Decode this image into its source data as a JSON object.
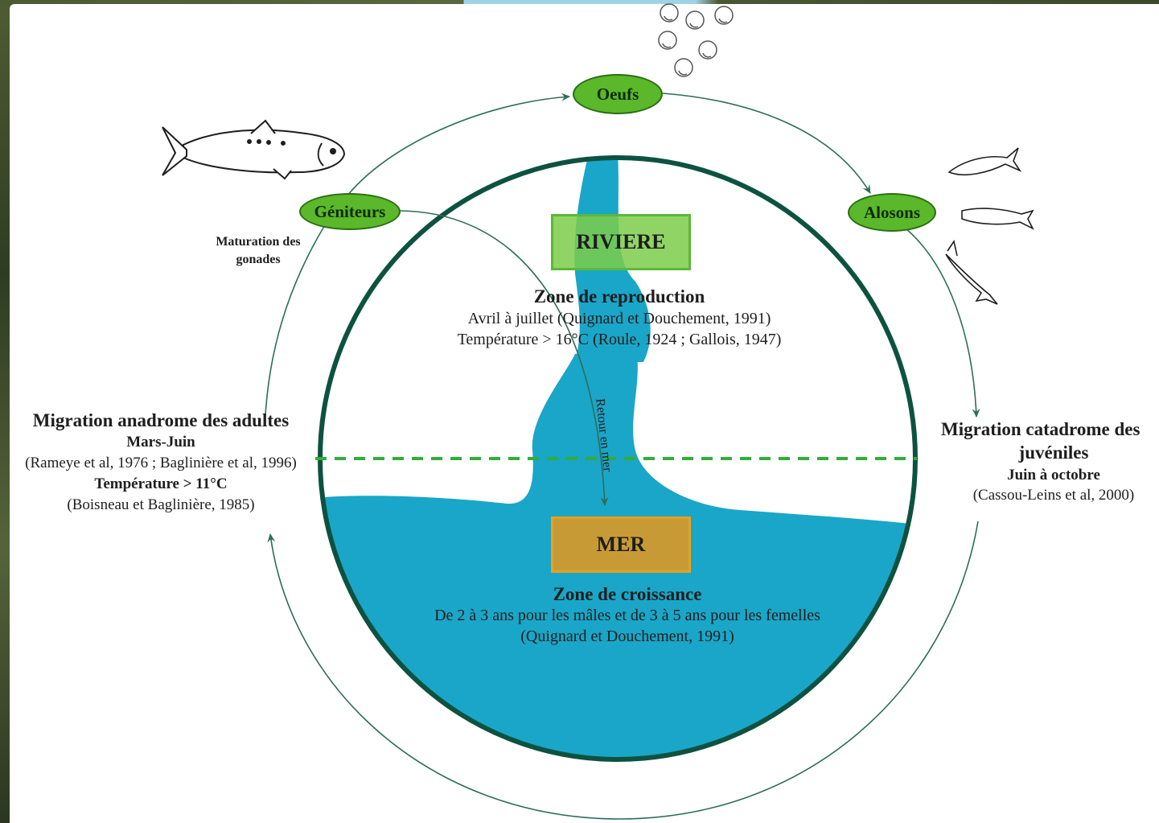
{
  "nodes": {
    "eggs": "Oeufs",
    "spawners": "Géniteurs",
    "juveniles": "Alosons"
  },
  "river": {
    "box_label": "RIVIERE",
    "zone_title": "Zone de reproduction",
    "line1": "Avril à juillet (Quignard et Douchement, 1991)",
    "line2": "Température > 16°C (Roule, 1924 ; Gallois, 1947)"
  },
  "sea": {
    "box_label": "MER",
    "zone_title": "Zone de croissance",
    "line1": "De 2 à 3 ans pour les mâles et de 3 à 5 ans pour les femelles",
    "line2": "(Quignard et Douchement, 1991)"
  },
  "return_label": "Retour en mer",
  "maturation": {
    "line1": "Maturation des",
    "line2": "gonades"
  },
  "anadromous": {
    "title": "Migration anadrome des adultes",
    "period": "Mars-Juin",
    "ref1": "(Rameye et al, 1976 ; Baglinière et al, 1996)",
    "temp": "Température > 11°C",
    "ref2": "(Boisneau et Baglinière, 1985)"
  },
  "catadromous": {
    "title_line1": "Migration catadrome des",
    "title_line2": "juvéniles",
    "period": "Juin à octobre",
    "ref": "(Cassou-Leins et al, 2000)"
  },
  "colors": {
    "water": "#1aa6c8",
    "ring": "#0d5240",
    "node_fill": "#5ab82a",
    "river_box": "#7ccd4a",
    "sea_box": "#c89a36",
    "dashed_line": "#2fae3a",
    "cycle_arrow": "#2d6e58"
  }
}
